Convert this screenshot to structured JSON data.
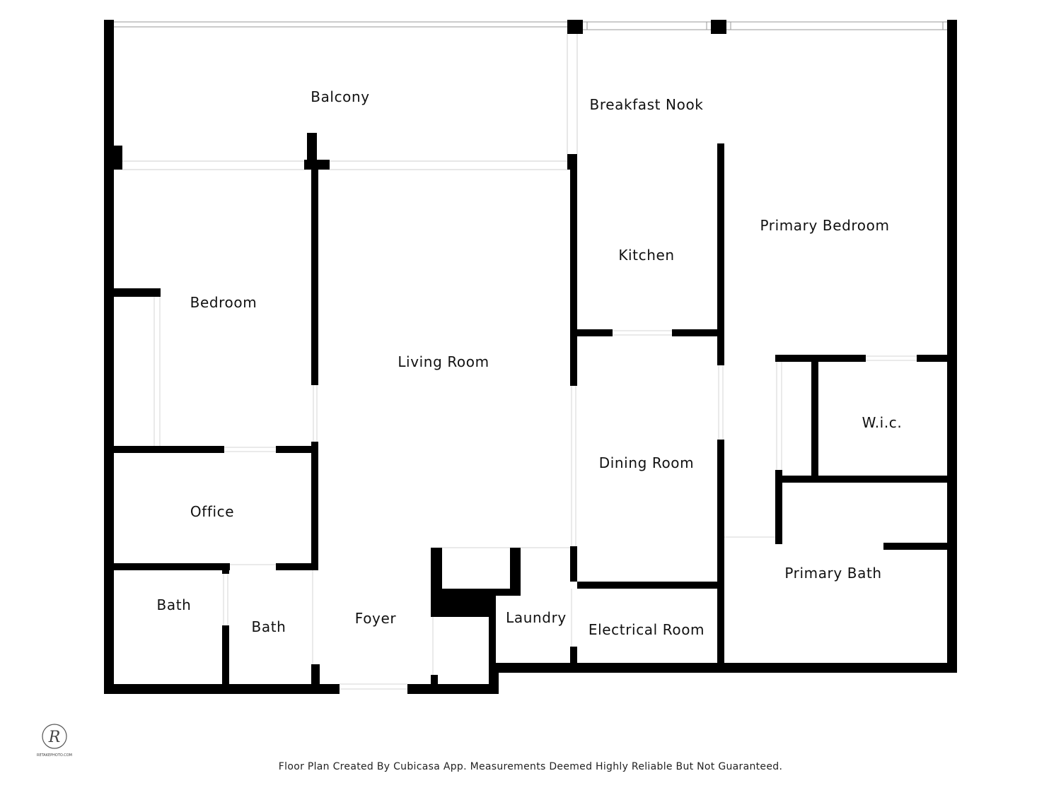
{
  "rooms": {
    "balcony": "Balcony",
    "breakfast_nook": "Breakfast Nook",
    "primary_bedroom": "Primary Bedroom",
    "kitchen": "Kitchen",
    "bedroom": "Bedroom",
    "living_room": "Living Room",
    "wic": "W.i.c.",
    "dining_room": "Dining Room",
    "office": "Office",
    "primary_bath": "Primary Bath",
    "bath_left": "Bath",
    "bath_center": "Bath",
    "foyer": "Foyer",
    "laundry": "Laundry",
    "electrical_room": "Electrical Room"
  },
  "logo": {
    "monogram": "R",
    "text": "RETAKEPHOTO.COM"
  },
  "footer": "Floor Plan Created By Cubicasa App. Measurements Deemed Highly Reliable But Not Guaranteed.",
  "colors": {
    "wall": "#000000",
    "background": "#ffffff",
    "opening": "#d6d6d6"
  }
}
